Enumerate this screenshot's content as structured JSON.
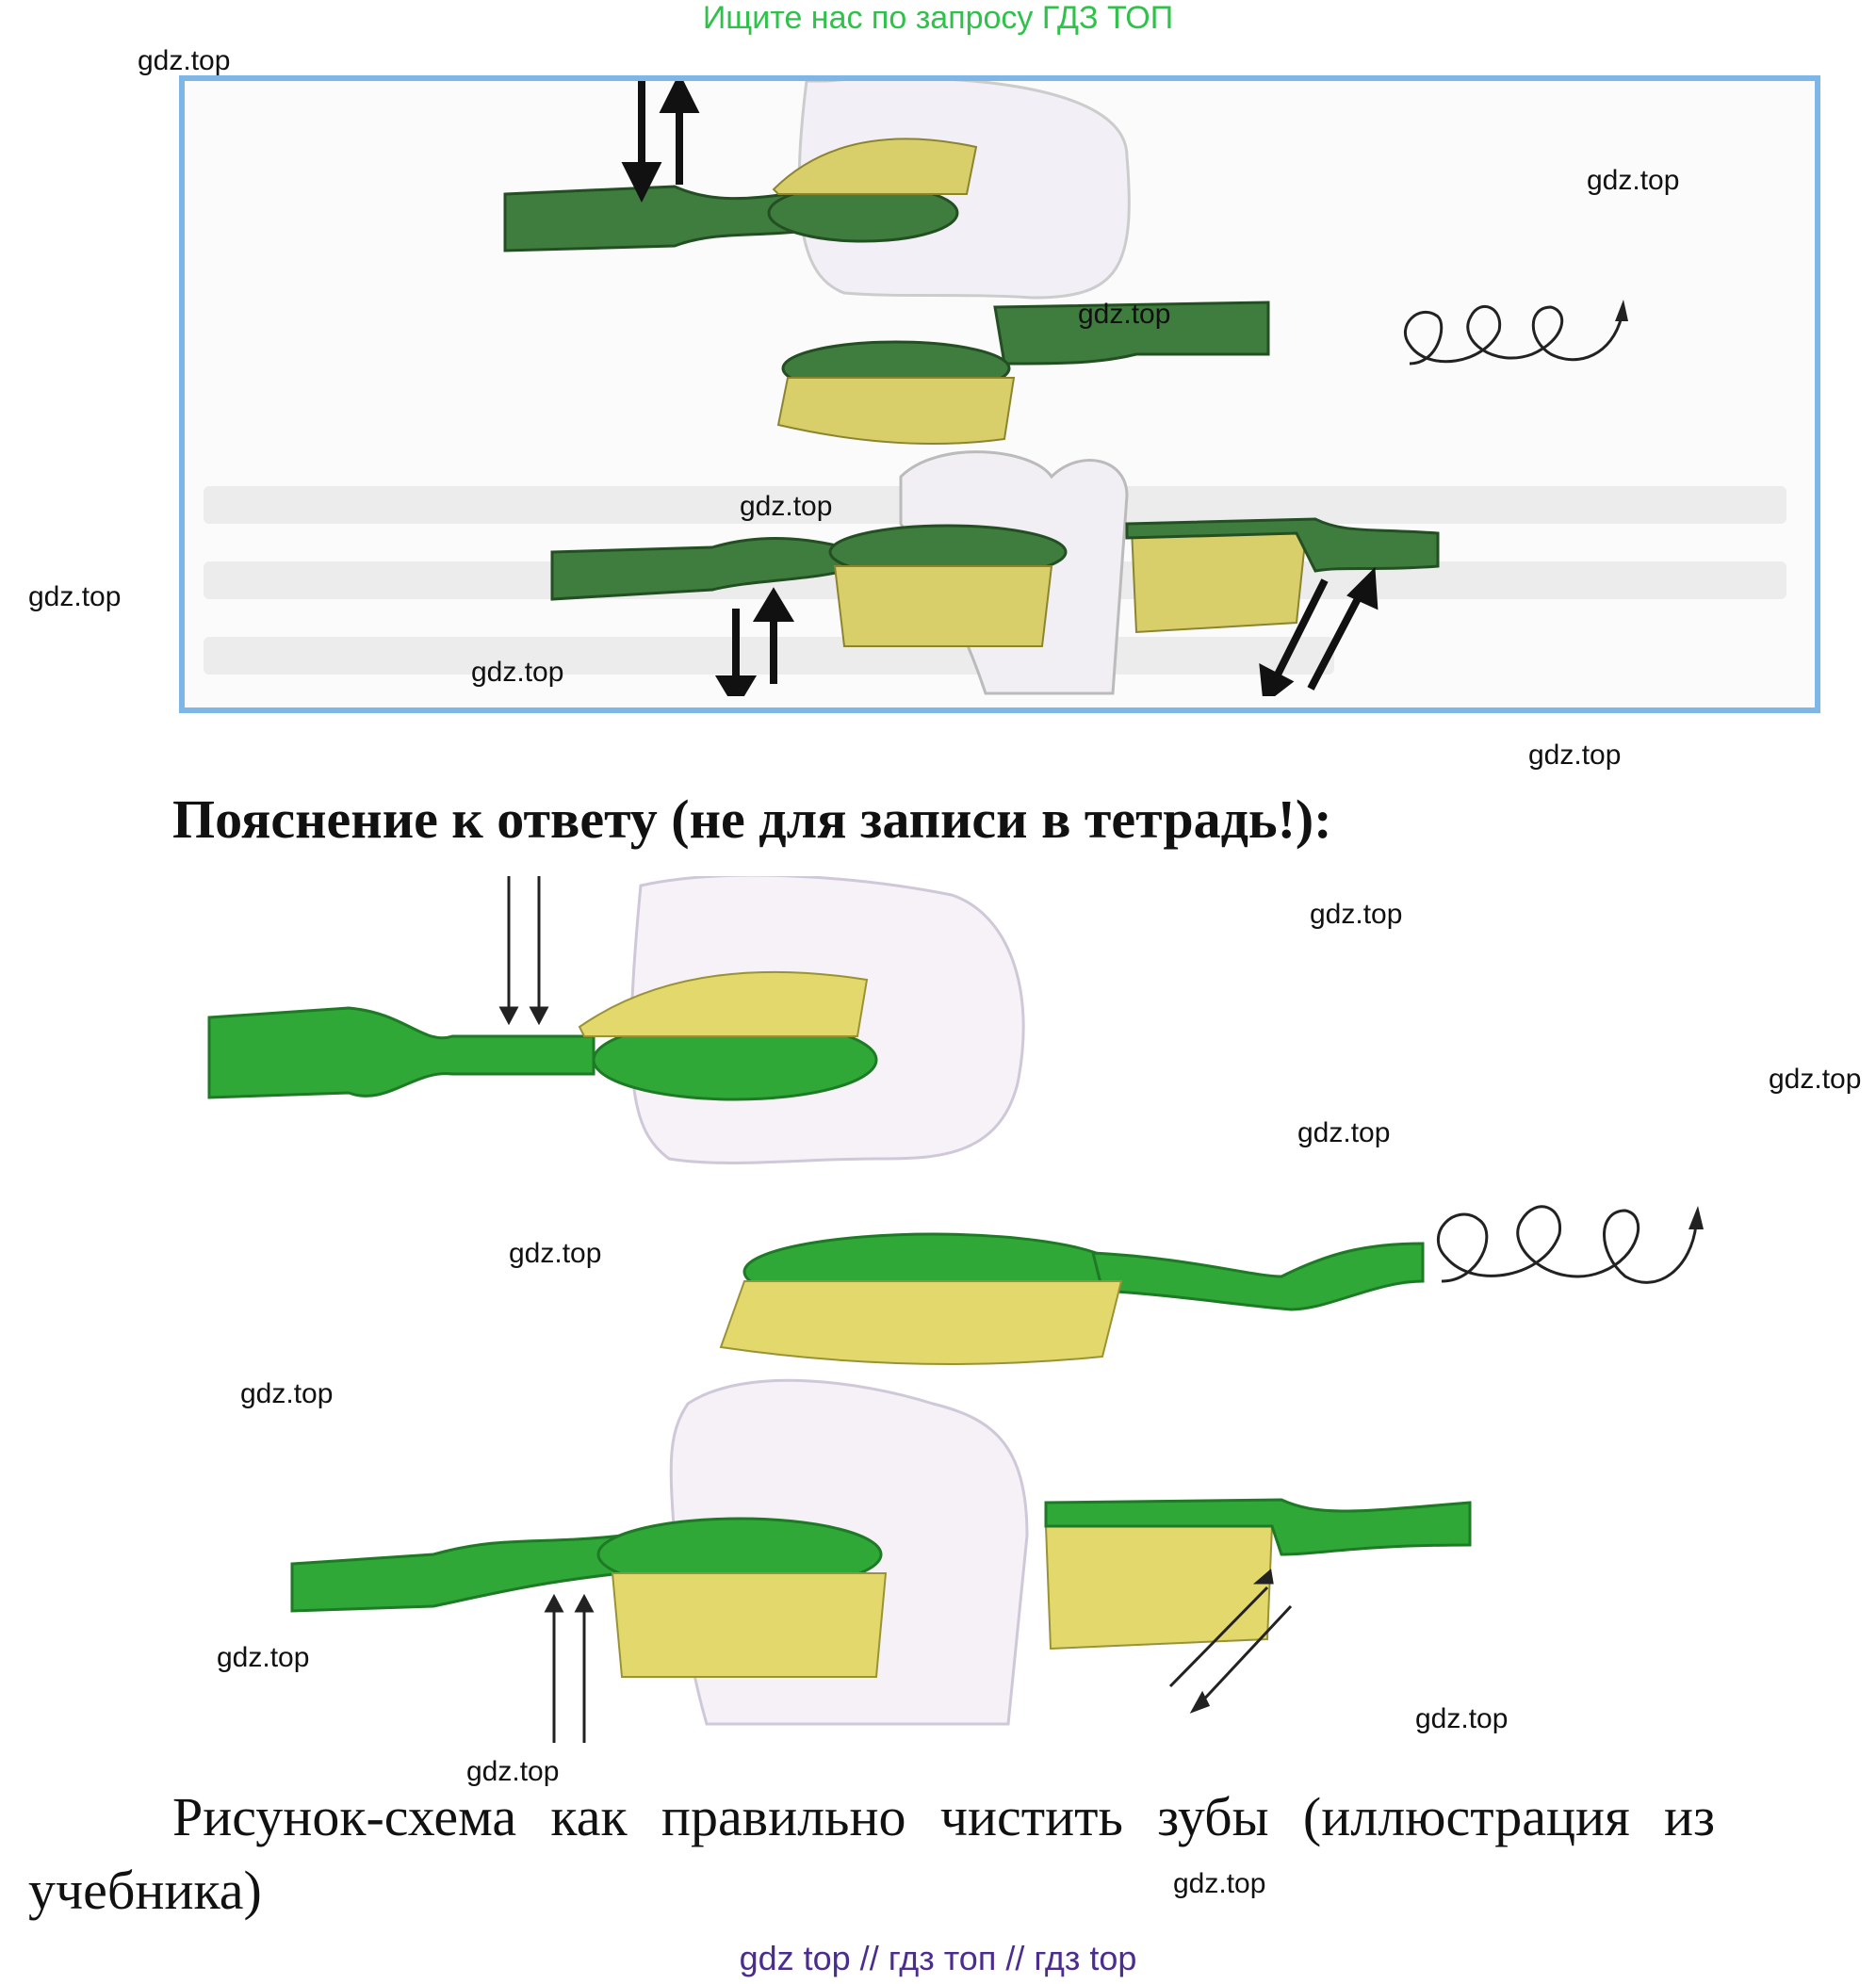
{
  "banner": "Ищите нас по запросу ГДЗ ТОП",
  "watermarks": {
    "wm1": "gdz.top",
    "wm2": "gdz.top",
    "wm3": "gdz.top",
    "wm4": "gdz.top",
    "wm5": "gdz.top",
    "wm6": "gdz.top",
    "wm7": "gdz.top",
    "wm8": "gdz.top",
    "wm9": "gdz.top",
    "wm10": "gdz.top",
    "wm11": "gdz.top",
    "wm12": "gdz.top",
    "wm13": "gdz.top",
    "wm14": "gdz.top",
    "wm15": "gdz.top",
    "wm16": "gdz.top"
  },
  "heading": "Пояснение к ответу (не для записи в тетрадь!):",
  "caption": "Рисунок-схема как правильно чистить зубы (иллюстрация из учебника)",
  "footer": "gdz top  //  гдз топ  //  гдз top",
  "colors": {
    "banner": "#2fc24a",
    "frame_border": "#7fb6e8",
    "brush_dark": "#3f7d3f",
    "brush_bright": "#2fa838",
    "bristles": "#d8cf6a",
    "footer": "#4b2c8f"
  }
}
